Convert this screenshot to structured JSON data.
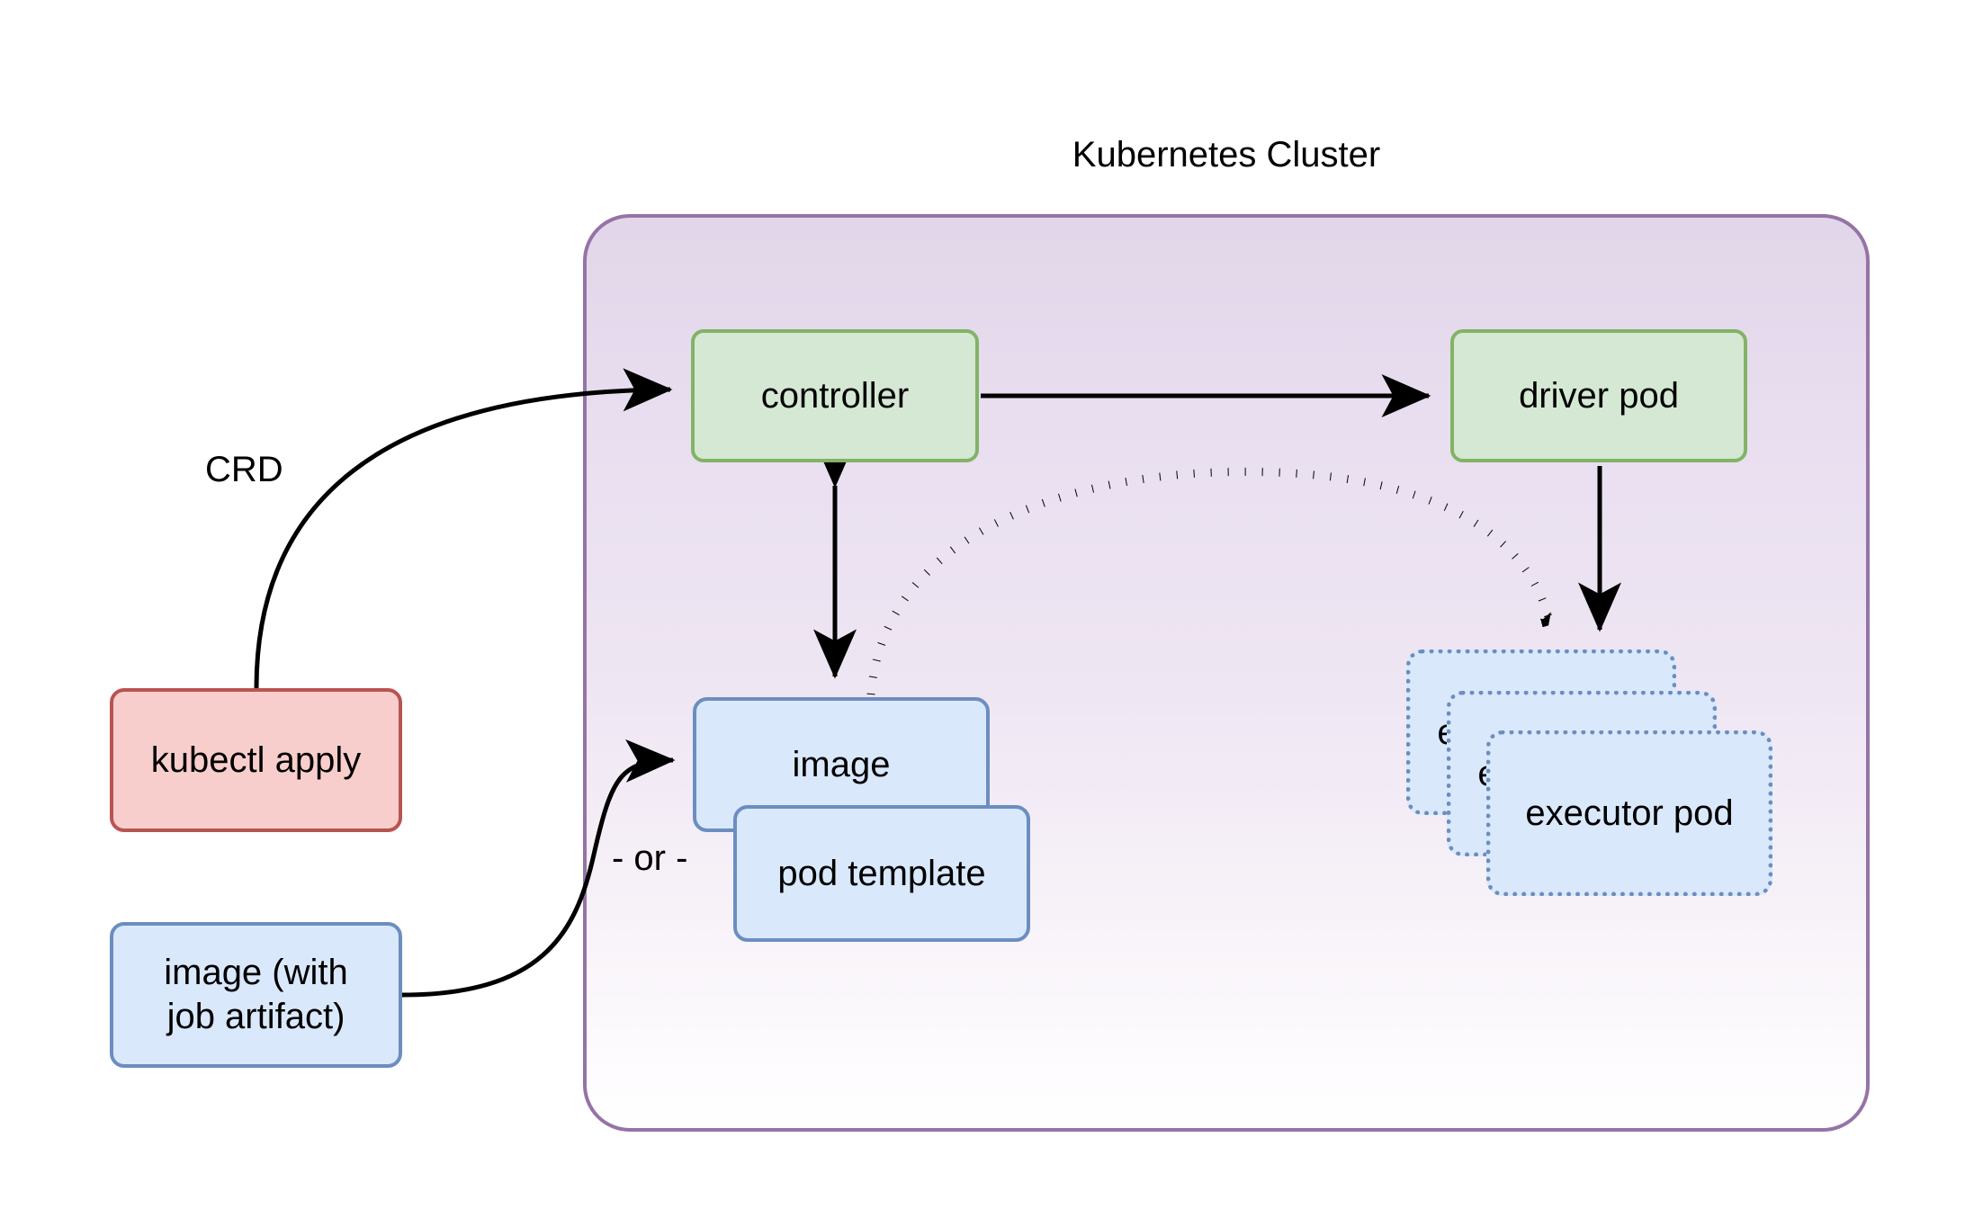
{
  "diagram": {
    "title": "Kubernetes Cluster",
    "type": "architecture-flow-diagram"
  },
  "cluster": {
    "label": "Kubernetes Cluster",
    "border_color": "#9673a6",
    "fill_top": "#e1d5e7",
    "fill_bottom": "#ffffff"
  },
  "nodes": {
    "controller": {
      "label": "controller",
      "fill": "#d5e8d4",
      "stroke": "#82b366",
      "style": "solid",
      "inside_cluster": true
    },
    "driver_pod": {
      "label": "driver pod",
      "fill": "#d5e8d4",
      "stroke": "#82b366",
      "style": "solid",
      "inside_cluster": true
    },
    "kubectl_apply": {
      "label": "kubectl apply",
      "fill": "#f8cecc",
      "stroke": "#b85450",
      "style": "solid",
      "inside_cluster": false
    },
    "image_with_job_artifact": {
      "label": "image (with\njob artifact)",
      "fill": "#dae8fc",
      "stroke": "#6c8ebf",
      "style": "solid",
      "inside_cluster": false
    },
    "image": {
      "label": "image",
      "fill": "#dae8fc",
      "stroke": "#6c8ebf",
      "style": "solid",
      "inside_cluster": true
    },
    "pod_template": {
      "label": "pod template",
      "fill": "#dae8fc",
      "stroke": "#6c8ebf",
      "style": "solid",
      "inside_cluster": true
    },
    "executor_pod_back": {
      "label": "executor pod",
      "fill": "#dae8fc",
      "stroke": "#6c8ebf",
      "style": "dotted",
      "inside_cluster": true
    },
    "executor_pod_middle": {
      "label": "executor pod",
      "fill": "#dae8fc",
      "stroke": "#6c8ebf",
      "style": "dotted",
      "inside_cluster": true
    },
    "executor_pod_front": {
      "label": "executor pod",
      "fill": "#dae8fc",
      "stroke": "#6c8ebf",
      "style": "dotted",
      "inside_cluster": true
    }
  },
  "edges": [
    {
      "id": "crd",
      "from": "kubectl_apply",
      "to": "controller",
      "label": "CRD",
      "style": "solid-curved",
      "arrowheads": "end"
    },
    {
      "id": "controller-to-driver",
      "from": "controller",
      "to": "driver_pod",
      "label": "",
      "style": "solid-straight",
      "arrowheads": "end"
    },
    {
      "id": "controller-image-bidirectional",
      "from": "controller",
      "to": "image",
      "label": "",
      "style": "solid-straight",
      "arrowheads": "both"
    },
    {
      "id": "image-to-executors",
      "from": "image",
      "to": "executor_pod_back",
      "label": "",
      "style": "dotted-curved",
      "arrowheads": "end"
    },
    {
      "id": "driver-to-executors",
      "from": "driver_pod",
      "to": "executor_pod_back",
      "label": "",
      "style": "solid-straight",
      "arrowheads": "end"
    },
    {
      "id": "image-artifact-to-image",
      "from": "image_with_job_artifact",
      "to": "image",
      "label": "",
      "style": "solid-curved",
      "arrowheads": "end"
    }
  ],
  "labels": {
    "crd": "CRD",
    "or": "- or -"
  }
}
